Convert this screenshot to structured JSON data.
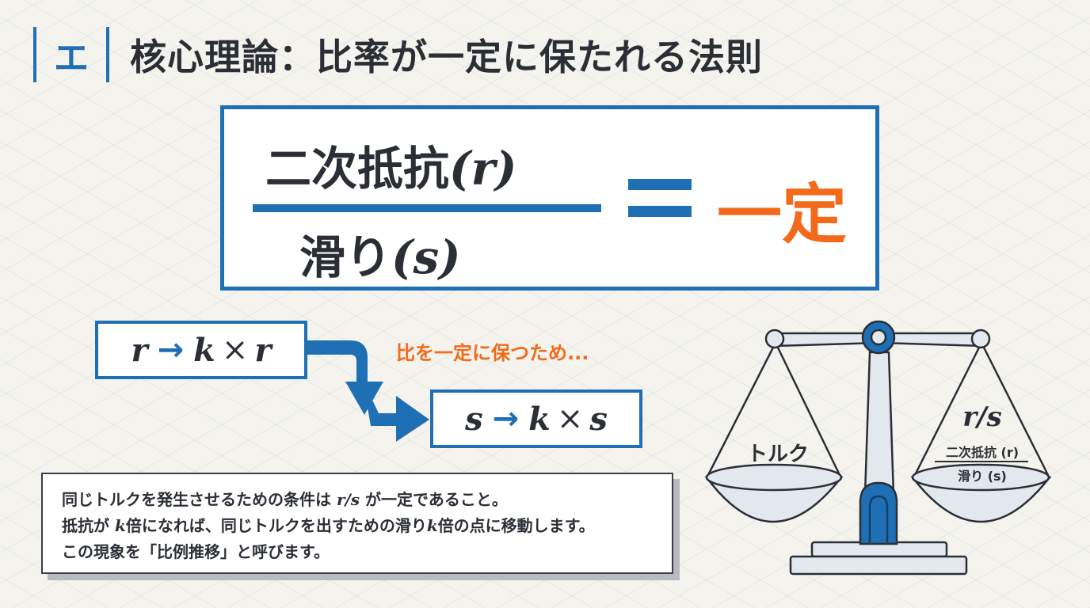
{
  "header": {
    "section_letter": "エ",
    "title": "核心理論：比率が一定に保たれる法則"
  },
  "formula": {
    "numerator": "二次抵抗",
    "numerator_symbol": "(r)",
    "denominator": "滑り",
    "denominator_symbol": "(s)",
    "equals": "=",
    "result": "一定"
  },
  "flow": {
    "box1": {
      "from": "r",
      "arrow": "→",
      "k": "k",
      "times": "×",
      "to": "r"
    },
    "box2": {
      "from": "s",
      "arrow": "→",
      "k": "k",
      "times": "×",
      "to": "s"
    },
    "note": "比を一定に保つため..."
  },
  "description": {
    "line1_a": "同じトルクを発生させるための条件は",
    "line1_math": "r/s",
    "line1_b": "が一定であること。",
    "line2_a": "抵抗が",
    "line2_k1": "k",
    "line2_b": "倍になれば、同じトルクを出すための滑り",
    "line2_k2": "k",
    "line2_c": "倍の点に移動します。",
    "line3": "この現象を「比例推移」と呼びます。"
  },
  "scale": {
    "left_label": "トルク",
    "right_title": "r/s",
    "right_num": "二次抵抗 (r)",
    "right_den": "滑り (s)"
  },
  "colors": {
    "accent_blue": "#1f6fb4",
    "accent_orange": "#f26a1b",
    "text_dark": "#2b2f35",
    "background": "#f5f3ee"
  }
}
